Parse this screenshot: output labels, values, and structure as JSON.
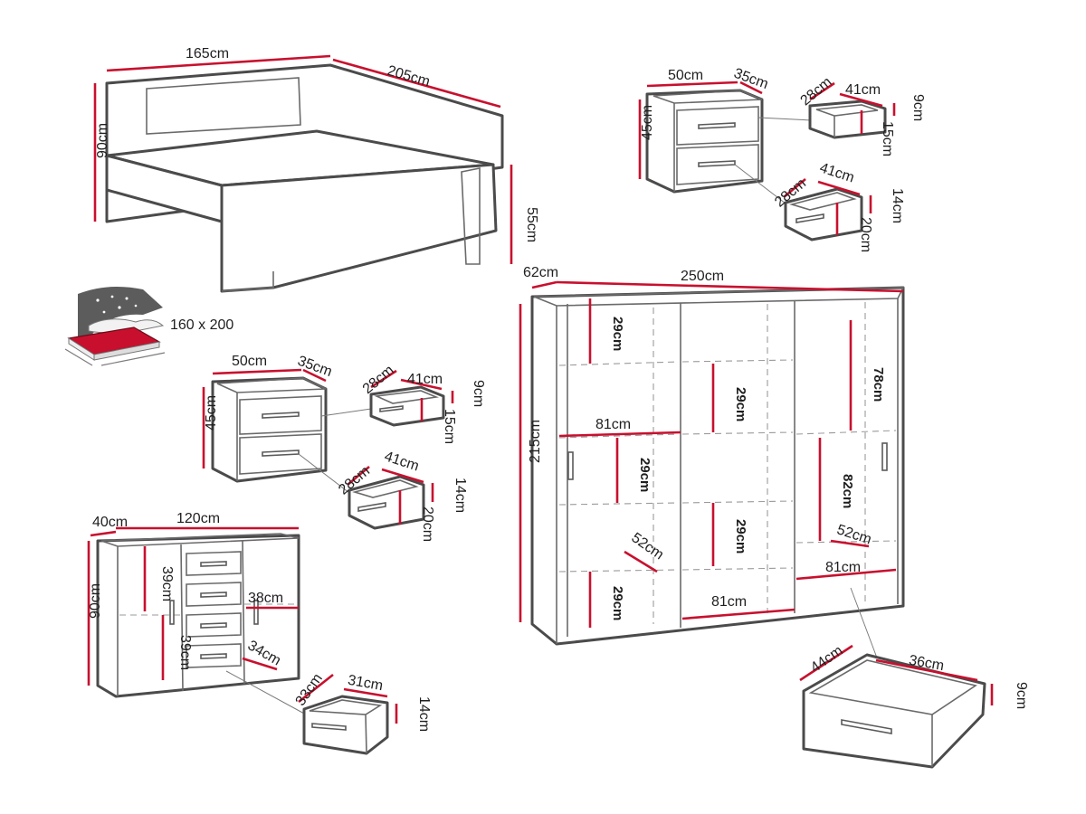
{
  "bed": {
    "width": "165cm",
    "length": "205cm",
    "headboard_height": "90cm",
    "footboard_height": "55cm"
  },
  "mattress": {
    "size": "160 x 200"
  },
  "nightstand_top": {
    "width": "50cm",
    "depth": "35cm",
    "height": "45cm",
    "small_drawer": {
      "depth": "28cm",
      "width": "41cm",
      "height": "9cm",
      "inner": "15cm"
    },
    "large_drawer": {
      "depth": "28cm",
      "width": "41cm",
      "height": "14cm",
      "inner": "20cm"
    }
  },
  "nightstand_mid": {
    "width": "50cm",
    "depth": "35cm",
    "height": "45cm",
    "small_drawer": {
      "depth": "28cm",
      "width": "41cm",
      "height": "9cm",
      "inner": "15cm"
    },
    "large_drawer": {
      "depth": "28cm",
      "width": "41cm",
      "height": "14cm",
      "inner": "20cm"
    }
  },
  "dresser": {
    "depth": "40cm",
    "width": "120cm",
    "height": "90cm",
    "shelf_upper": "39cm",
    "shelf_lower": "39cm",
    "door_width": "38cm",
    "inner_depth": "34cm",
    "drawer": {
      "depth": "33cm",
      "width": "31cm",
      "height": "14cm"
    }
  },
  "wardrobe": {
    "depth": "62cm",
    "width": "250cm",
    "height": "215cm",
    "left_shelf_top": "29cm",
    "left_shelf_mid": "29cm",
    "left_shelf_bottom": "29cm",
    "left_width": "81cm",
    "left_depth": "52cm",
    "center_shelf_top": "29cm",
    "center_shelf_bottom": "29cm",
    "center_width": "81cm",
    "right_hanging_top": "78cm",
    "right_hanging_bottom": "82cm",
    "right_depth": "52cm",
    "right_width": "81cm",
    "drawer": {
      "depth": "44cm",
      "width": "36cm",
      "height": "9cm"
    }
  }
}
